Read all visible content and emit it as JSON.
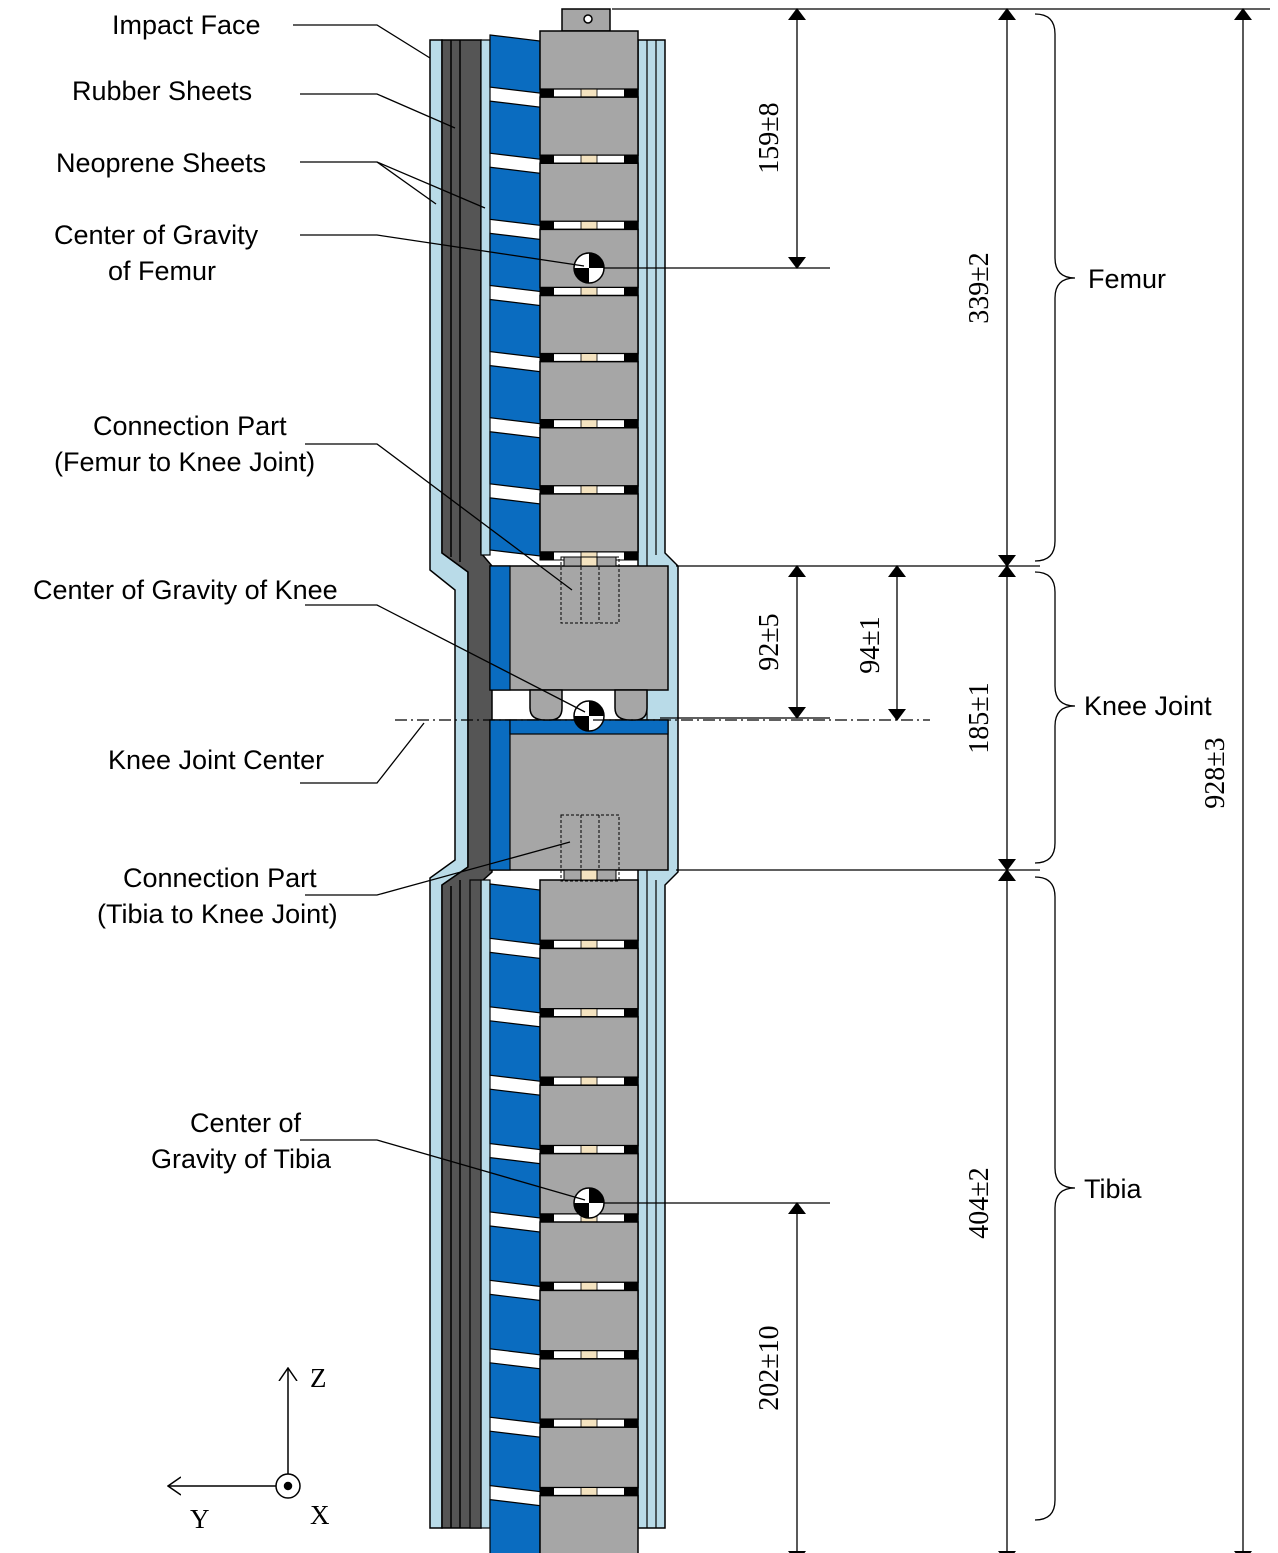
{
  "labels": {
    "impact_face": "Impact Face",
    "rubber_sheets": "Rubber Sheets",
    "neoprene_sheets": "Neoprene Sheets",
    "cg_femur_1": "Center of Gravity",
    "cg_femur_2": "of Femur",
    "conn_femur_1": "Connection Part",
    "conn_femur_2": "(Femur to Knee Joint)",
    "cg_knee": "Center of Gravity of Knee",
    "knee_joint_center": "Knee Joint Center",
    "conn_tibia_1": "Connection Part",
    "conn_tibia_2": "(Tibia to Knee Joint)",
    "cg_tibia_1": "Center of",
    "cg_tibia_2": "Gravity of Tibia"
  },
  "segments": {
    "femur": "Femur",
    "knee_joint": "Knee Joint",
    "tibia": "Tibia"
  },
  "dimensions": {
    "d159": "159±8",
    "d339": "339±2",
    "d92": "92±5",
    "d94": "94±1",
    "d185": "185±1",
    "d928": "928±3",
    "d404": "404±2",
    "d202": "202±10"
  },
  "axes": {
    "z": "Z",
    "y": "Y",
    "x": "X"
  },
  "colors": {
    "light_blue": "#b9dbe8",
    "dark_grey": "#555555",
    "blue": "#0a6cc0",
    "grey": "#a6a6a6",
    "cream": "#f4e3c0"
  }
}
